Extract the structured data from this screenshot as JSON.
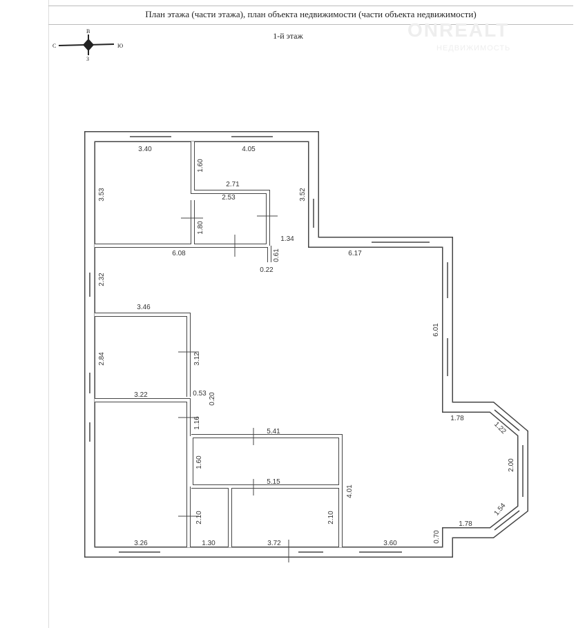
{
  "header": {
    "title": "План этажа (части этажа), план объекта недвижимости (части объекта недвижимости)",
    "floor": "1-й этаж"
  },
  "watermark": {
    "brand": "ONREALT",
    "sub": "НЕДВИЖИМОСТЬ"
  },
  "compass": {
    "west": "С",
    "east": "Ю",
    "north": "В",
    "south": "З"
  },
  "dimensions": [
    "3.40",
    "4.05",
    "1.60",
    "2.71",
    "2.53",
    "3.53",
    "3.52",
    "1.80",
    "1.34",
    "6.08",
    "0.61",
    "0.22",
    "6.17",
    "2.32",
    "3.46",
    "6.01",
    "2.84",
    "3.12",
    "0.53",
    "0.20",
    "3.22",
    "1.16",
    "1.78",
    "1.22",
    "5.41",
    "1.60",
    "2.00",
    "5.15",
    "4.01",
    "1.54",
    "2.10",
    "2.10",
    "1.78",
    "0.70",
    "3.26",
    "1.30",
    "3.72",
    "3.60"
  ]
}
